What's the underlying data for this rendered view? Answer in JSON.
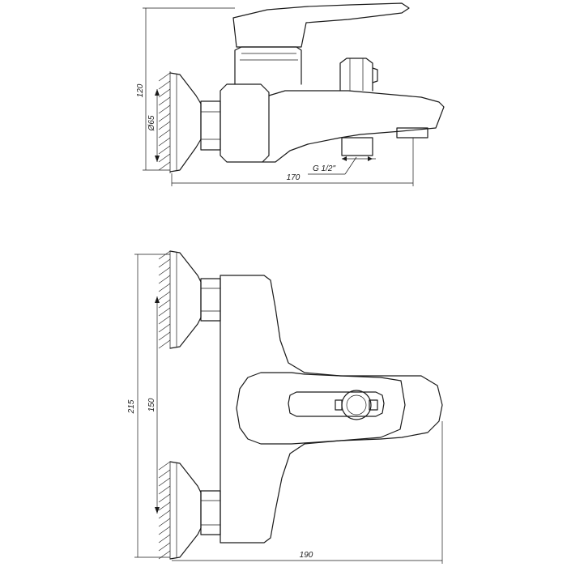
{
  "side_view": {
    "dim_height": "120",
    "dim_diameter": "Ø65",
    "dim_length": "170",
    "thread_label": "G 1/2\""
  },
  "front_view": {
    "dim_total_height": "215",
    "dim_center_distance": "150",
    "dim_depth": "190"
  }
}
